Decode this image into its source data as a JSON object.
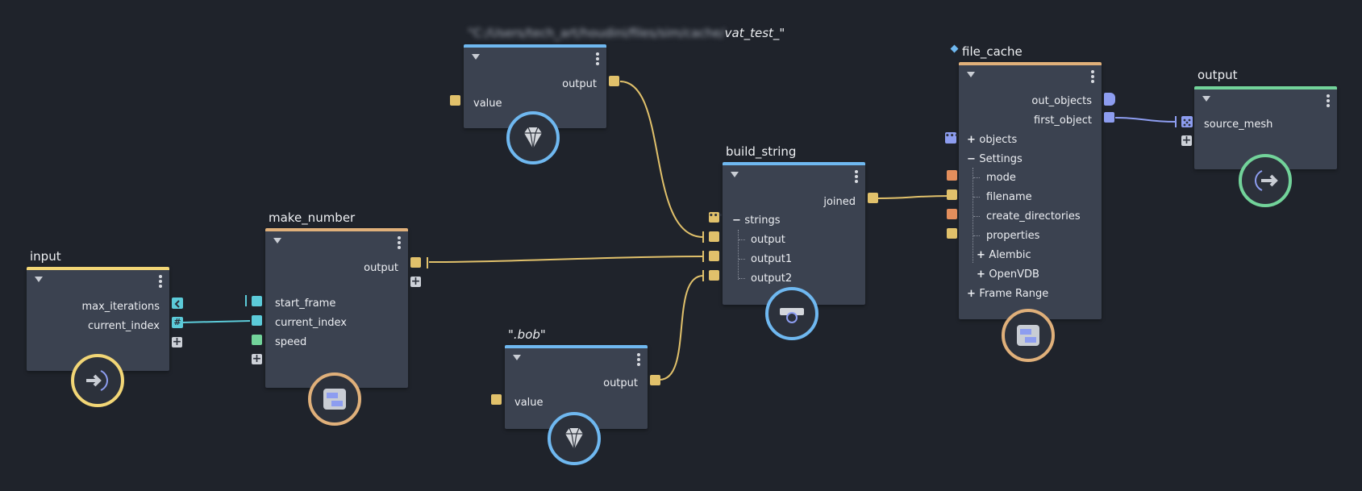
{
  "colors": {
    "background": "#1f232b",
    "node_body": "#3b4250",
    "string_port": "#e1c16b",
    "int_port": "#5ccbd9",
    "float_port": "#72d39a",
    "enum_port": "#e38e5c",
    "object_port": "#8d9df0",
    "input_header": "#f2d676",
    "make_number_header": "#e0b07a",
    "value_header": "#6fb8f0",
    "file_cache_header": "#e0b07a",
    "output_header": "#72d39a"
  },
  "nodes": {
    "input": {
      "title": "input",
      "ports": [
        "max_iterations",
        "current_index"
      ],
      "icon": "arrow-into-arc-icon"
    },
    "make_number": {
      "title": "make_number",
      "output": "output",
      "inputs": [
        "start_frame",
        "current_index",
        "speed"
      ],
      "icon": "format-blocks-icon"
    },
    "path_value": {
      "title_blurred": "\"C:/Users/tech_art/houdini/files/sim/cache/",
      "title_suffix": "vat_test_\"",
      "output": "output",
      "input": "value",
      "icon": "gem-icon"
    },
    "bob_value": {
      "title": "\".bob\"",
      "output": "output",
      "input": "value",
      "icon": "gem-icon"
    },
    "build_string": {
      "title": "build_string",
      "output": "joined",
      "group": "strings",
      "inputs": [
        "output",
        "output1",
        "output2"
      ],
      "icon": "camera-icon"
    },
    "file_cache": {
      "title": "file_cache",
      "outputs": [
        "out_objects",
        "first_object"
      ],
      "items": {
        "objects": "objects",
        "settings": "Settings",
        "mode": "mode",
        "filename": "filename",
        "create_directories": "create_directories",
        "properties": "properties",
        "alembic": "Alembic",
        "openvdb": "OpenVDB",
        "frame_range": "Frame Range"
      },
      "icon": "format-blocks-icon"
    },
    "output": {
      "title": "output",
      "input": "source_mesh",
      "icon": "arrow-out-of-arc-icon"
    }
  }
}
